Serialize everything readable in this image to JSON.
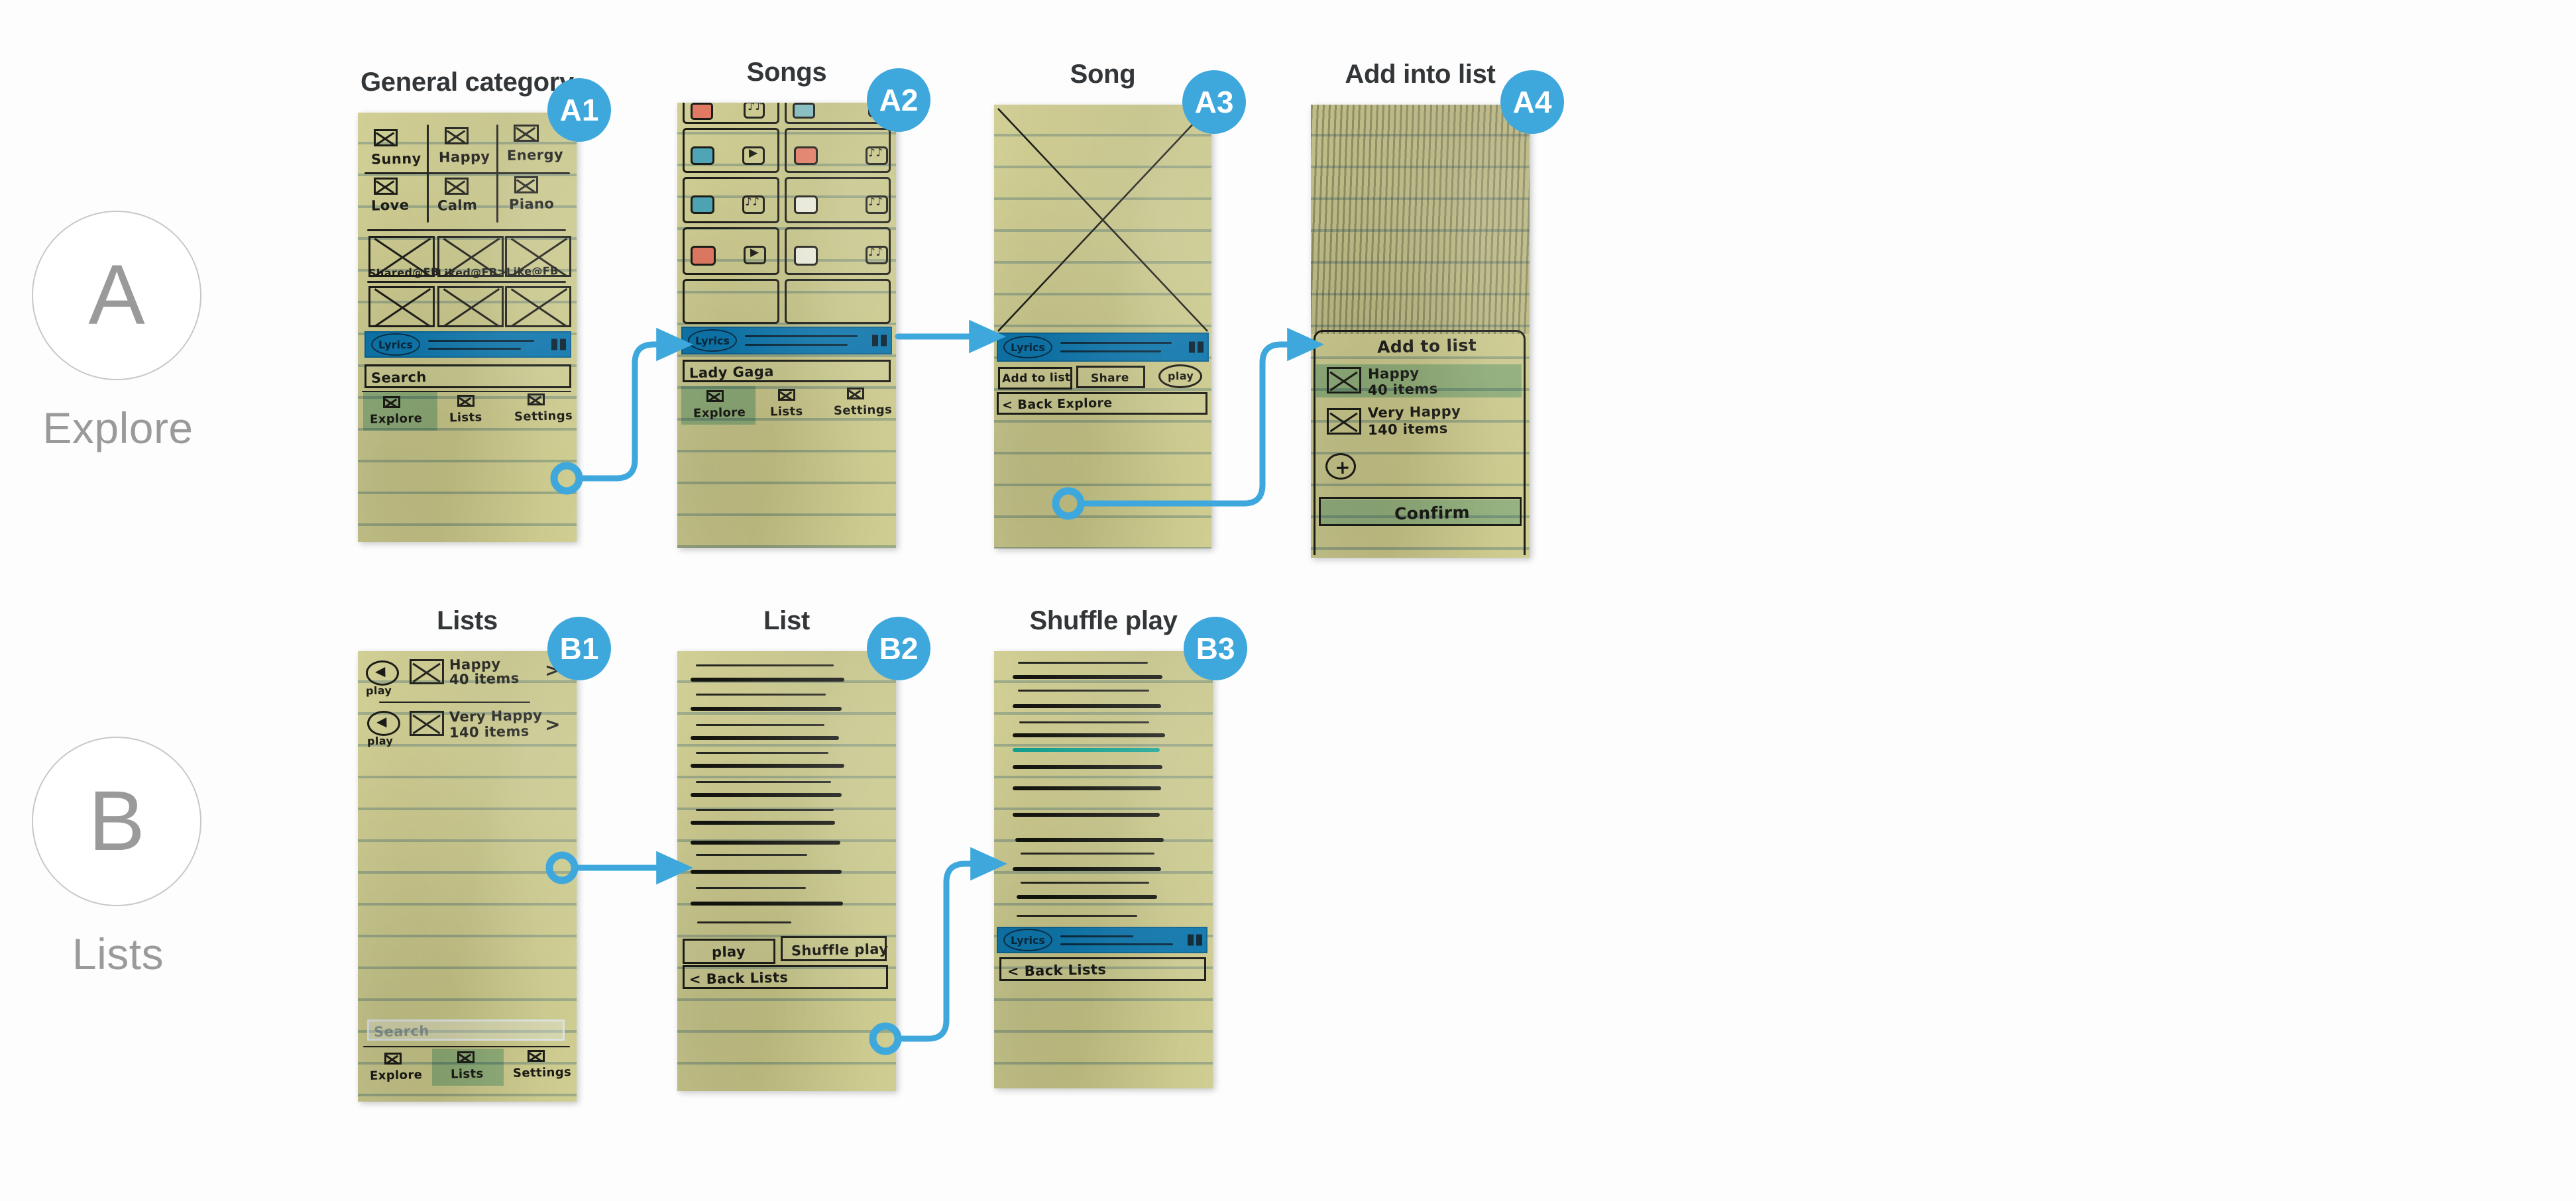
{
  "sections": [
    {
      "letter": "A",
      "label": "Explore"
    },
    {
      "letter": "B",
      "label": "Lists"
    }
  ],
  "colors": {
    "badge_blue": "#3ea8dd",
    "connector_blue": "#3ea8dd",
    "lyrics_bar_blue": "#0f76ab",
    "paper_yellow": "#ccca8a",
    "rule_teal": "#4a706e",
    "title_gray": "#333638",
    "section_gray": "#9a9a9a",
    "highlight_teal": "#249696"
  },
  "screens": [
    {
      "id": "A1",
      "title": "General category",
      "categories": [
        "Sunny",
        "Happy",
        "Energy",
        "Love",
        "Calm",
        "Piano"
      ],
      "social_rows": [
        [
          "Shared@FB",
          "Liked@FB>",
          "Like@FB"
        ]
      ],
      "lyrics_bar": "Lyrics",
      "search_value": "Search",
      "nav": [
        "Explore",
        "Lists",
        "Settings"
      ]
    },
    {
      "id": "A2",
      "title": "Songs",
      "lyrics_bar": "Lyrics",
      "search_value": "Lady Gaga",
      "nav": [
        "Explore",
        "Lists",
        "Settings"
      ],
      "card_icons": [
        "music-note",
        "music-note",
        "play",
        "music-note",
        "music-note",
        "music-note",
        "play",
        "music-note"
      ]
    },
    {
      "id": "A3",
      "title": "Song",
      "lyrics_bar": "Lyrics",
      "actions": [
        "Add to list",
        "Share",
        "play"
      ],
      "back": "< Back Explore"
    },
    {
      "id": "A4",
      "title": "Add into list",
      "sheet_title": "Add to list",
      "list_options": [
        {
          "name": "Happy",
          "count": "40 items"
        },
        {
          "name": "Very Happy",
          "count": "140 items"
        }
      ],
      "add_button": "+",
      "confirm": "Confirm"
    },
    {
      "id": "B1",
      "title": "Lists",
      "rows": [
        {
          "play": "play",
          "name": "Happy",
          "count": "40 items",
          "chevron": ">"
        },
        {
          "play": "play",
          "name": "Very Happy",
          "count": "140 items",
          "chevron": ">"
        }
      ],
      "search_value": "Search",
      "nav": [
        "Explore",
        "Lists",
        "Settings"
      ]
    },
    {
      "id": "B2",
      "title": "List",
      "actions": [
        "play",
        "Shuffle play"
      ],
      "back": "< Back Lists"
    },
    {
      "id": "B3",
      "title": "Shuffle play",
      "lyrics_bar": "Lyrics",
      "back": "< Back Lists"
    }
  ]
}
